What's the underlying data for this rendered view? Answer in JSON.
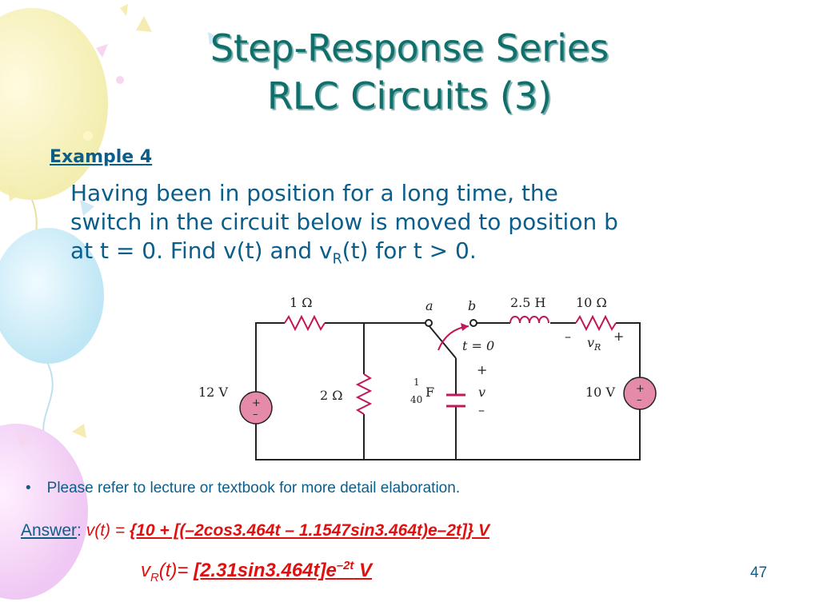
{
  "slide": {
    "title_line1": "Step-Response Series",
    "title_line2": "RLC Circuits (3)",
    "example_label": "Example 4",
    "problem": {
      "line1": "Having been in position for a long time, the",
      "line2": "switch in the circuit below is moved to position b",
      "line3_pre": "at t = 0. Find v(t) and v",
      "line3_sub": "R",
      "line3_post": "(t) for t > 0."
    },
    "bullet_text": "Please refer to lecture or textbook for more detail elaboration.",
    "answer": {
      "label": "Answer",
      "colon": ":",
      "v_expr": "v(t) = ",
      "v_value": "{10 + [(–2cos3.464t – 1.1547sin3.464t)e–2t]} V",
      "vr_pre": "v",
      "vr_sub": "R",
      "vr_post": "(t)= ",
      "vr_value_pre": "[2.31sin3.464t]e",
      "vr_value_sup": "–2t",
      "vr_value_post": " V"
    },
    "page_number": "47"
  },
  "circuit": {
    "r1": "1 Ω",
    "switch_a": "a",
    "switch_b": "b",
    "inductor": "2.5 H",
    "r2": "10 Ω",
    "vr_minus": "–",
    "vr_label": "v",
    "vr_sub": "R",
    "vr_plus": "+",
    "t_label": "t = 0",
    "src1": "12 V",
    "r3": "2 Ω",
    "cap_num": "1",
    "cap_den": "40",
    "cap_unit": "F",
    "v_plus": "+",
    "v_label": "v",
    "v_minus": "–",
    "src2": "10 V",
    "plus": "+",
    "minus": "–"
  },
  "colors": {
    "title": "#0f6f6b",
    "text": "#0b5e8a",
    "answer_red": "#e01010",
    "source_fill": "#e58aa8",
    "wire": "#222222",
    "resistor": "#c2185b"
  }
}
